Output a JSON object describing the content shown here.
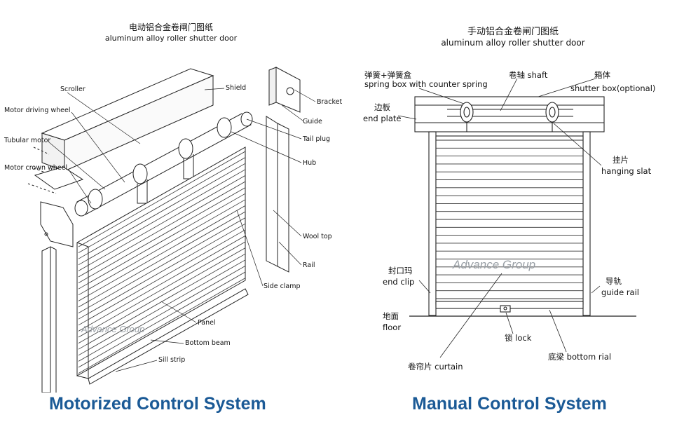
{
  "left": {
    "title_cn": "电动铝合金卷闸门图纸",
    "title_en": "aluminum alloy roller shutter door",
    "labels": {
      "scroller": "Scroller",
      "motor_driving_wheel": "Motor driving wheel",
      "tubular_motor": "Tubular motor",
      "motor_crown_wheel": "Motor crown wheel",
      "shield": "Shield",
      "bracket": "Bracket",
      "guide": "Guide",
      "tail_plug": "Tail plug",
      "hub": "Hub",
      "wool_top": "Wool top",
      "rail": "Rail",
      "side_clamp": "Side clamp",
      "panel": "Panel",
      "bottom_beam": "Bottom beam",
      "sill_strip": "Sill strip"
    },
    "watermark": "Advance Group",
    "system_title": "Motorized Control System"
  },
  "right": {
    "title_cn": "手动铝合金卷闸门图纸",
    "title_en": "aluminum alloy roller shutter door",
    "labels": {
      "spring_cn": "弹簧+弹簧盒",
      "spring_en": "spring box with counter spring",
      "shaft_cn": "卷轴",
      "shaft_en": "shaft",
      "box_cn": "箱体",
      "box_en": "shutter box(optional)",
      "endplate_cn": "边板",
      "endplate_en": "end plate",
      "hanging_cn": "挂片",
      "hanging_en": "hanging slat",
      "endclip_cn": "封口玛",
      "endclip_en": "end clip",
      "guiderail_cn": "导轨",
      "guiderail_en": "guide rail",
      "floor_cn": "地面",
      "floor_en": "floor",
      "lock_cn": "锁",
      "lock_en": "lock",
      "bottom_cn": "底梁",
      "bottom_en": "bottom rial",
      "curtain_cn": "卷帘片",
      "curtain_en": "curtain"
    },
    "watermark": "Advance Group",
    "system_title": "Manual Control System"
  },
  "colors": {
    "title_blue": "#1b5a96",
    "line": "#222222",
    "watermark": "#9aa0a6"
  }
}
